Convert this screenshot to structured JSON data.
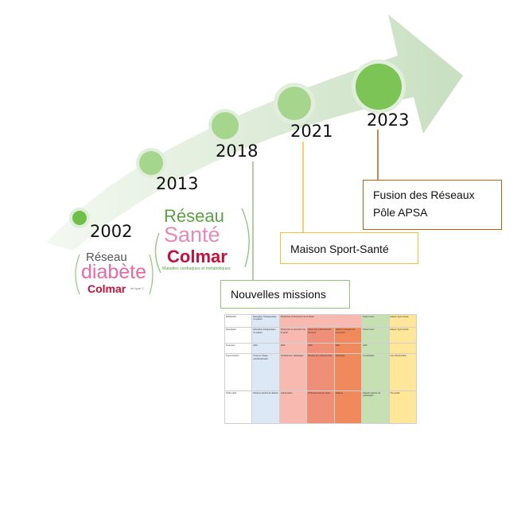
{
  "timeline": {
    "years": [
      "2002",
      "2013",
      "2018",
      "2021",
      "2023"
    ],
    "colors": {
      "arrow_dark": "#c8dfc0",
      "arrow_light": "#f4f9f2",
      "node_outer": "#e1eedb",
      "node_2002": "#6fbf4a",
      "node_2013": "#a6d58d",
      "node_2018": "#a6d58d",
      "node_2021": "#a6d58d",
      "node_2023": "#7cc455",
      "line_2018": "#92c47a",
      "line_2021": "#f3c042",
      "line_2023": "#c55a11"
    }
  },
  "callouts": {
    "c2018": "Nouvelles missions",
    "c2021": "Maison Sport-Santé",
    "c2023_line1": "Fusion des Réseaux",
    "c2023_line2": "Pôle APSA"
  },
  "logos": {
    "diabete": {
      "reseau": "Réseau",
      "diabete": "diabète",
      "colmar": "Colmar",
      "type": "de type 2"
    },
    "sante": {
      "reseau": "Réseau",
      "sante": "Santé",
      "colmar": "Colmar",
      "tagline": "Maladies cardiaques et métaboliques"
    }
  },
  "mini_table": {
    "headers": [
      "MISSIONS",
      "Éducation Thérapeutique du patient",
      "Prévention et Promotion de la Santé",
      "",
      "",
      "Prescr'mouv",
      "Maison Sport-Santé"
    ],
    "subheaders": [
      "Description",
      "Éducation thérapeutique du patient",
      "Prévention et promotion de la santé",
      "Appui aux professionnels de santé",
      "Ateliers nouveaux de prévention",
      "Prescr'mouv",
      "Maison Sport-Santé"
    ],
    "rows": [
      [
        "Financeur",
        "ARS",
        "ARS",
        "ARS",
        "ARS",
        "ARS",
        ""
      ],
      [
        "Types d'action",
        "Prise en charge pluridisciplinaire",
        "Conférences, dépistages",
        "Réseau de professionnels",
        "Dépistage",
        "Coordination",
        "Lieu d'information"
      ],
      [
        "Public cible",
        "Patients atteints de diabète",
        "Grand public",
        "Professionnels de santé",
        "Patients",
        "Patients atteints de pathologies",
        "Tout public"
      ]
    ],
    "colors": [
      "#ffffff",
      "#dce8f6",
      "#f7b9b0",
      "#f08f78",
      "#f08a5d",
      "#c6e0b4",
      "#ffe699"
    ]
  }
}
